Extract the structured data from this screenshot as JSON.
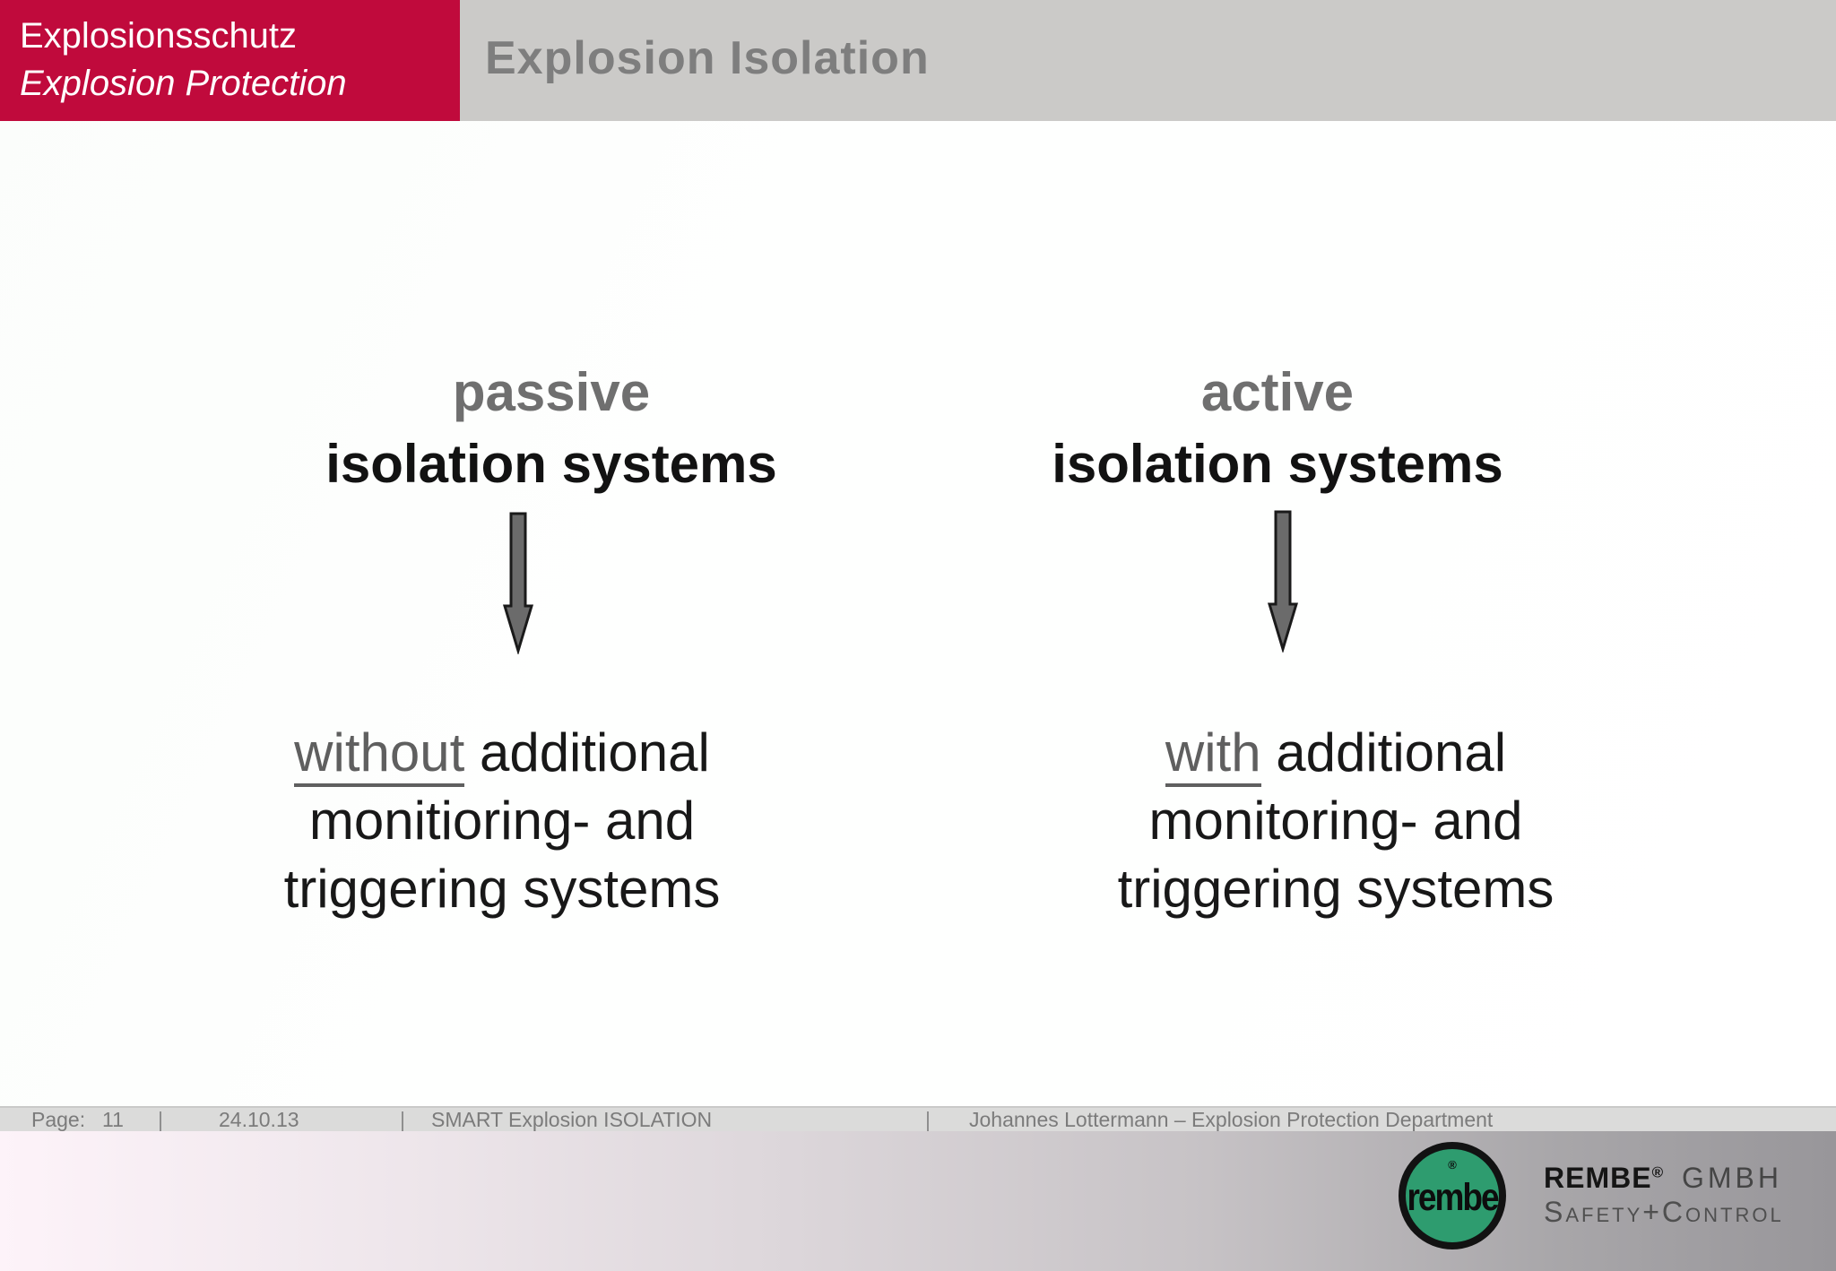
{
  "slide": {
    "header": {
      "badge": {
        "line1": "Explosionsschutz",
        "line2": "Explosion Protection"
      },
      "title": "Explosion Isolation"
    },
    "columns": {
      "left": {
        "title_line1": "passive",
        "title_line2": "isolation systems",
        "arrow_icon": "down-arrow",
        "body_emphasis": "without",
        "body_line1_rest": " additional",
        "body_line2": "monitioring- and",
        "body_line3": "triggering systems"
      },
      "right": {
        "title_line1": "active",
        "title_line2": "isolation systems",
        "arrow_icon": "down-arrow",
        "body_emphasis": "with",
        "body_line1_rest": " additional",
        "body_line2": "monitoring- and",
        "body_line3": "triggering systems"
      }
    },
    "footer": {
      "page_label": "Page:",
      "page_number": "11",
      "separator": "|",
      "date": "24.10.13",
      "subject": "SMART Explosion ISOLATION",
      "author": "Johannes Lottermann – Explosion Protection Department"
    },
    "logo": {
      "mark_text": "rembe",
      "registered_mark": "®",
      "company_bold": "REMBE",
      "company_reg": "®",
      "company_suffix": "GMBH",
      "tagline": "Safety+Control"
    },
    "colors": {
      "badge_background": "#C00A3C",
      "header_bar_background": "#CBCAC8",
      "title_text": "#7E7E7E",
      "muted_text": "#6f6f6f",
      "dark_text": "#121212",
      "arrow_fill": "#6b6b6b",
      "footer_strip_background": "#DBDBDA",
      "footer_text": "#7b7b7b",
      "bottom_band_gradient_left": "#fdf3f9",
      "bottom_band_gradient_right": "#98969a",
      "logo_green": "#2E9C6F"
    }
  }
}
